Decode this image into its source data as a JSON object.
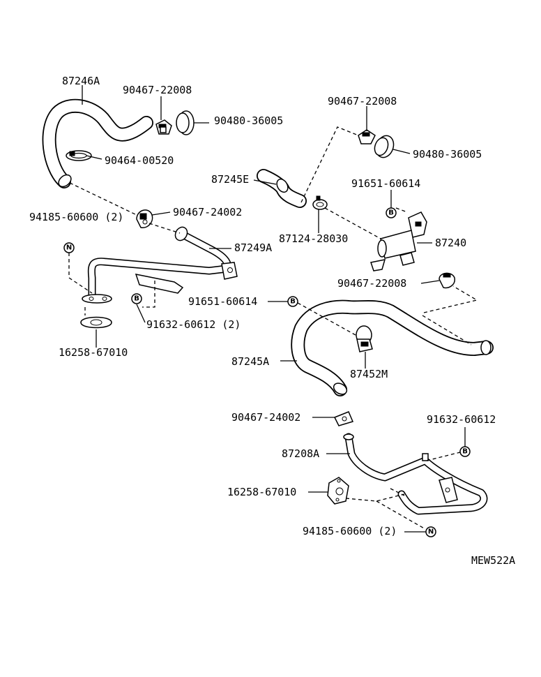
{
  "labels": {
    "hose_87246A": "87246A",
    "clamp_top_left": "90467-22008",
    "grommet_top_left": "90480-36005",
    "band_clamp": "90464-00520",
    "clip_24002_upper": "90467-24002",
    "nut_upper_left": "94185-60600 (2)",
    "pipe_87249A": "87249A",
    "bolt_upper_left": "91632-60612 (2)",
    "gasket_upper_left": "16258-67010",
    "clamp_top_right": "90467-22008",
    "grommet_top_right": "90480-36005",
    "hose_87245E": "87245E",
    "bolt_60614_upper": "91651-60614",
    "clip_28030": "87124-28030",
    "valve_87240": "87240",
    "clamp_mid_right": "90467-22008",
    "bolt_60614_lower": "91651-60614",
    "hose_87245A": "87245A",
    "bracket_87452M": "87452M",
    "clip_24002_lower": "90467-24002",
    "bolt_lower_right": "91632-60612",
    "pipe_87208A": "87208A",
    "gasket_lower": "16258-67010",
    "nut_lower": "94185-60600 (2)",
    "diagram_code": "MEW522A"
  },
  "markers": {
    "nut_symbol": "N",
    "bolt_symbol": "B"
  }
}
